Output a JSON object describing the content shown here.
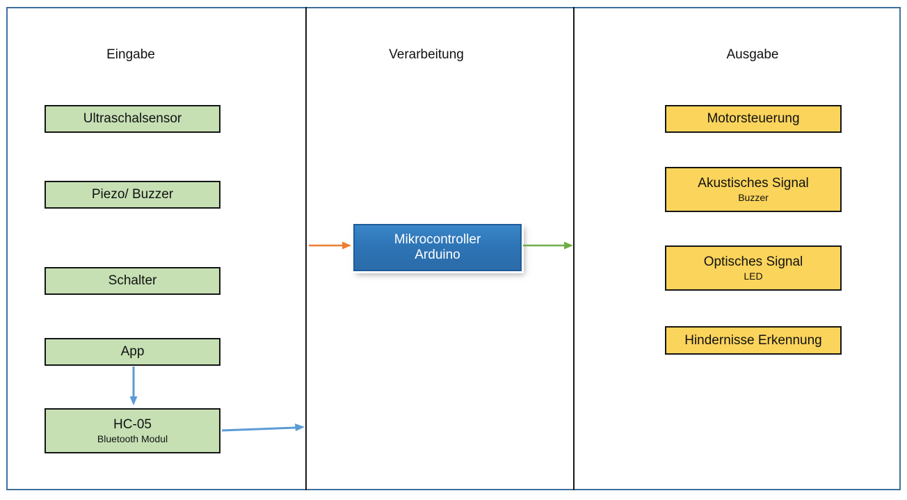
{
  "diagram": {
    "columns": [
      {
        "title": "Eingabe",
        "boxes": [
          {
            "label": "Ultraschalsensor"
          },
          {
            "label": "Piezo/ Buzzer"
          },
          {
            "label": "Schalter"
          },
          {
            "label": "App"
          },
          {
            "label": "HC-05",
            "sublabel": "Bluetooth Modul"
          }
        ]
      },
      {
        "title": "Verarbeitung",
        "boxes": [
          {
            "label": "Mikrocontroller",
            "sublabel": "Arduino"
          }
        ]
      },
      {
        "title": "Ausgabe",
        "boxes": [
          {
            "label": "Motorsteuerung"
          },
          {
            "label": "Akustisches Signal",
            "sublabel": "Buzzer"
          },
          {
            "label": "Optisches Signal",
            "sublabel": "LED"
          },
          {
            "label": "Hindernisse Erkennung"
          }
        ]
      }
    ],
    "arrows": [
      {
        "name": "input-to-processing",
        "color": "#ED7D31"
      },
      {
        "name": "processing-to-output",
        "color": "#70AD47"
      },
      {
        "name": "app-to-hc05",
        "color": "#5B9BD5"
      },
      {
        "name": "hc05-to-processing",
        "color": "#5B9BD5"
      }
    ],
    "colors": {
      "input_box_fill": "#C6E0B4",
      "output_box_fill": "#FBD45C",
      "processing_box_fill": "#2E75B6",
      "processing_box_border": "#1E5C99",
      "box_border": "#141414",
      "frame_border": "#3E6E9B",
      "column_divider": "#161616",
      "arrow_orange": "#ED7D31",
      "arrow_green": "#70AD47",
      "arrow_blue": "#5B9BD5"
    }
  }
}
